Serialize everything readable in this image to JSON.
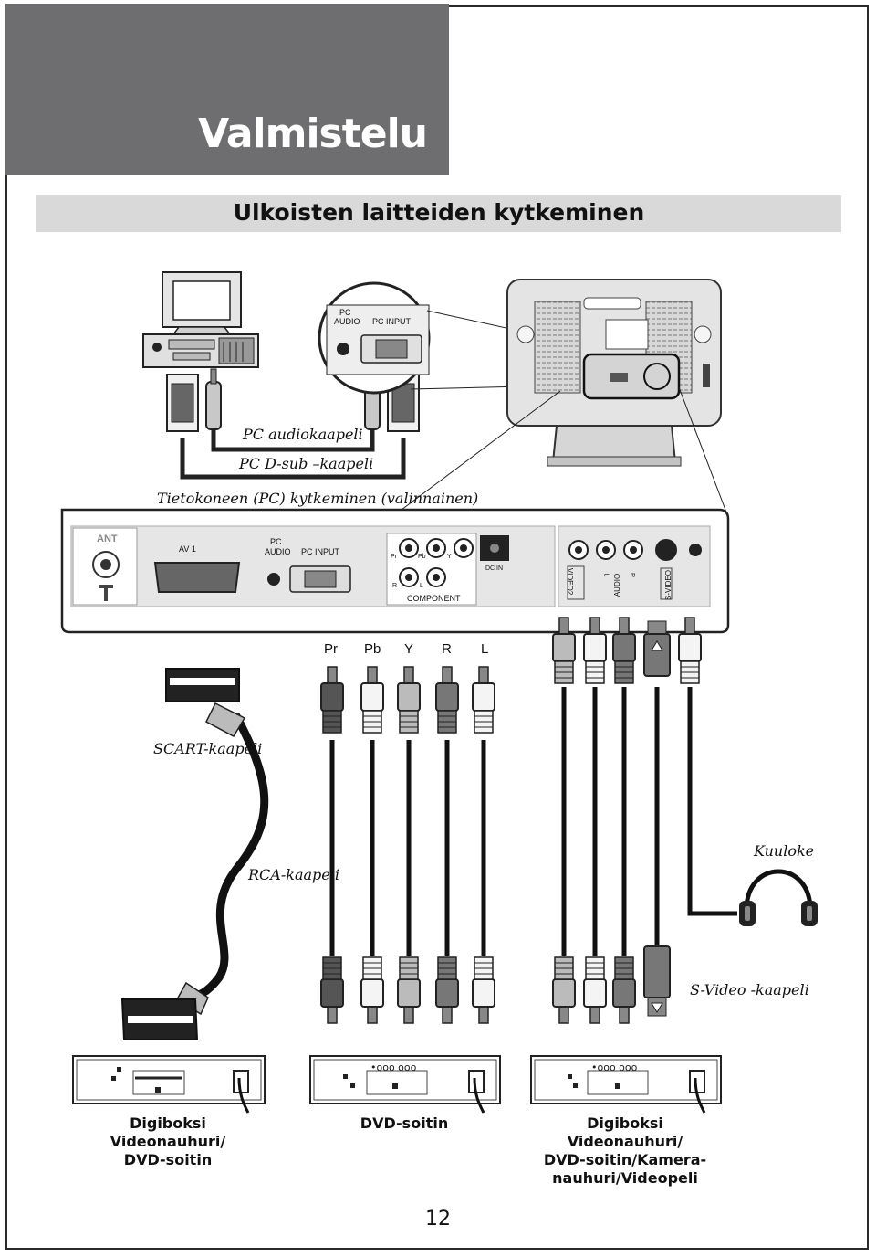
{
  "header": {
    "title": "Valmistelu"
  },
  "section": {
    "title": "Ulkoisten laitteiden kytkeminen"
  },
  "pc_zoom": {
    "pc_audio_1": "PC",
    "pc_audio_2": "AUDIO",
    "pc_input": "PC INPUT"
  },
  "cable_labels": {
    "pc_audio": "PC audiokaapeli",
    "pc_dsub": "PC D-sub –kaapeli",
    "pc_caption": "Tietokoneen (PC) kytkeminen (valinnainen)",
    "scart": "SCART-kaapeli",
    "rca": "RCA-kaapeli",
    "headphone": "Kuuloke",
    "svideo": "S-Video -kaapeli"
  },
  "panel": {
    "ant": "ANT",
    "av1": "AV 1",
    "pc": "PC",
    "audio": "AUDIO",
    "pc_input": "PC INPUT",
    "pr": "Pr",
    "pb": "Pb",
    "y": "Y",
    "r": "R",
    "l": "L",
    "dc_in": "DC IN",
    "component": "COMPONENT",
    "video2": "VIDEO2",
    "audio_side": "AUDIO",
    "svideo": "S-VIDEO",
    "side_l": "L",
    "side_r": "R"
  },
  "jack_labels": [
    "Pr",
    "Pb",
    "Y",
    "R",
    "L"
  ],
  "devices": [
    {
      "lines": [
        "Digiboksi",
        "Videonauhuri/",
        "DVD-soitin"
      ]
    },
    {
      "lines": [
        "DVD-soitin"
      ]
    },
    {
      "lines": [
        "Digiboksi",
        "Videonauhuri/",
        "DVD-soitin/Kamera-",
        "nauhuri/Videopeli"
      ]
    }
  ],
  "page_number": "12"
}
